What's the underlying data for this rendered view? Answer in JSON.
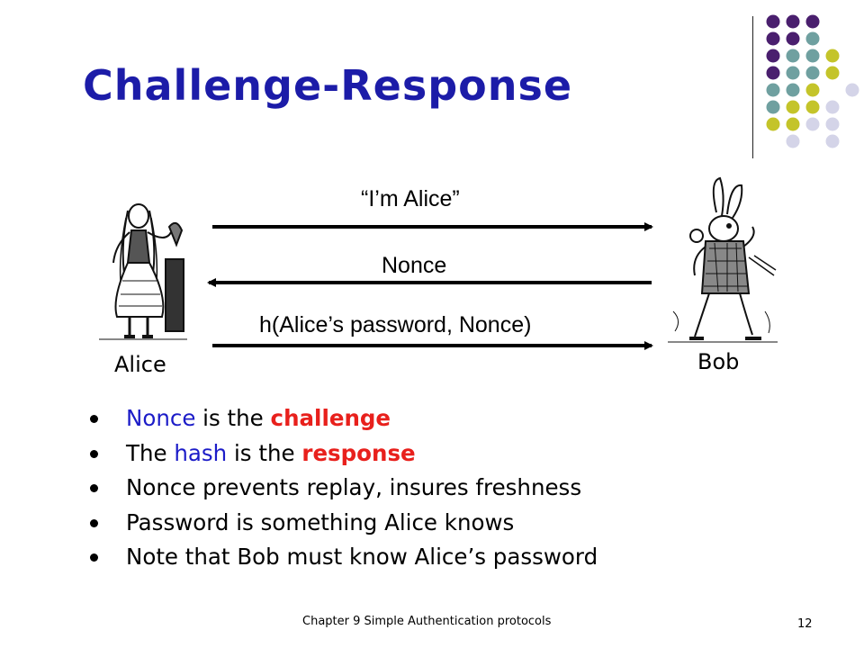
{
  "slide": {
    "title": "Challenge-Response",
    "footer": "Chapter 9  Simple Authentication protocols",
    "page_number": "12"
  },
  "diagram": {
    "messages": [
      {
        "label": "“I’m Alice”",
        "direction": "alice-to-bob"
      },
      {
        "label": "Nonce",
        "direction": "bob-to-alice"
      },
      {
        "label": "h(Alice’s password, Nonce)",
        "direction": "alice-to-bob"
      }
    ],
    "alice_label": "Alice",
    "bob_label": "Bob"
  },
  "bullets": [
    {
      "segments": [
        {
          "text": "Nonce",
          "style": "blue"
        },
        {
          "text": " is the ",
          "style": "plain"
        },
        {
          "text": "challenge",
          "style": "red"
        }
      ]
    },
    {
      "segments": [
        {
          "text": "The ",
          "style": "plain"
        },
        {
          "text": "hash",
          "style": "blue"
        },
        {
          "text": " is the ",
          "style": "plain"
        },
        {
          "text": "response",
          "style": "red"
        }
      ]
    },
    {
      "segments": [
        {
          "text": "Nonce prevents replay, insures freshness",
          "style": "plain"
        }
      ]
    },
    {
      "segments": [
        {
          "text": "Password is something Alice knows",
          "style": "plain"
        }
      ]
    },
    {
      "segments": [
        {
          "text": "Note that Bob must know Alice’s password",
          "style": "plain"
        }
      ]
    }
  ],
  "colors": {
    "title": "#1c1ca8",
    "highlight_blue": "#1c1cc8",
    "highlight_red": "#e8201c",
    "dot_purple": "#4a1f6e",
    "dot_teal": "#6fa0a0",
    "dot_olive": "#c4c42a",
    "dot_lavender": "#d4d4e8"
  }
}
